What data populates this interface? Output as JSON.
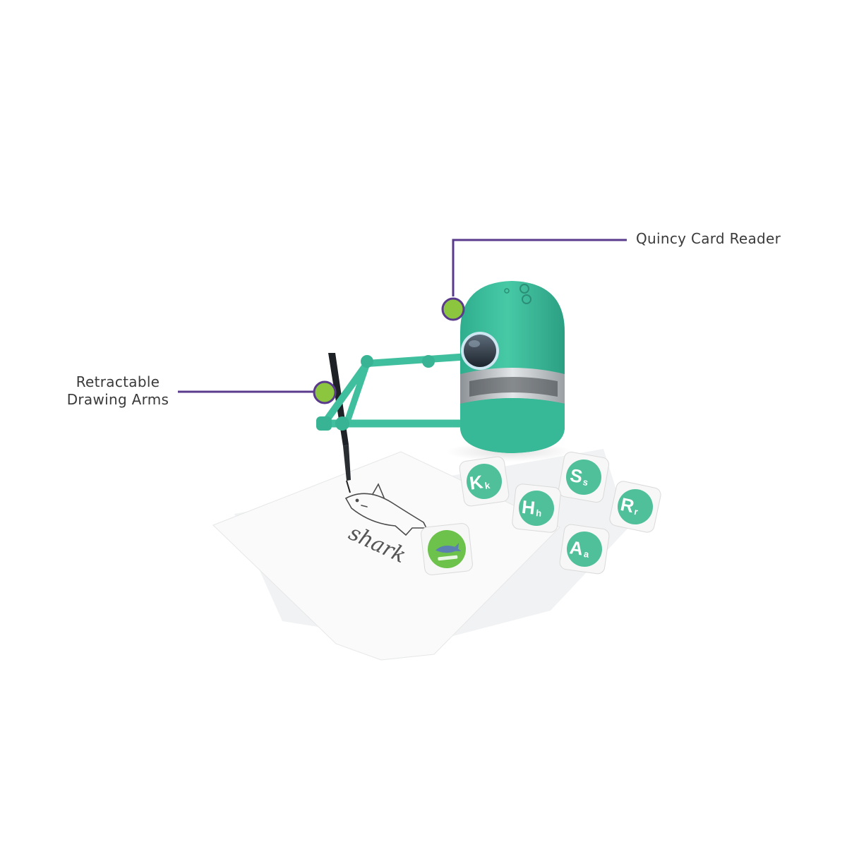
{
  "callouts": {
    "card_reader": "Quincy Card Reader",
    "drawing_arms": [
      "Retractable",
      "Drawing Arms"
    ]
  },
  "drawing_text": "shark",
  "cards": [
    {
      "upper": "K",
      "lower": "k"
    },
    {
      "upper": "S",
      "lower": "s"
    },
    {
      "upper": "H",
      "lower": "h"
    },
    {
      "upper": "R",
      "lower": "r"
    },
    {
      "upper": "A",
      "lower": "a"
    }
  ],
  "colors": {
    "robot_teal": "#3fbf9e",
    "robot_teal_dark": "#2e9f83",
    "leader_line": "#5a3a8c",
    "dot_green": "#8cc63f",
    "card_green": "#4fc09a",
    "text": "#3a3a3a"
  }
}
